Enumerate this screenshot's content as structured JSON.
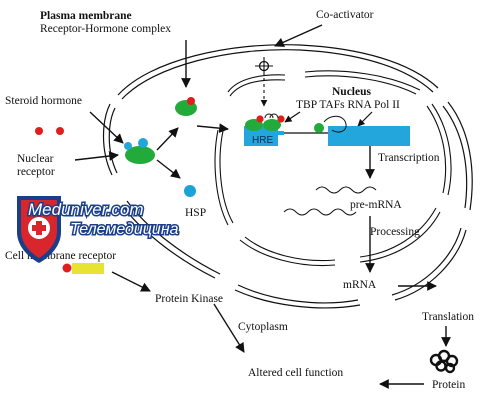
{
  "labels": {
    "plasma_membrane": "Plasma membrane",
    "receptor_hormone_complex": "Receptor-Hormone complex",
    "co_activator": "Co-activator",
    "nucleus": "Nucleus",
    "tbp_tafs": "TBP TAFs RNA Pol II",
    "steroid_hormone": "Steroid hormone",
    "nuclear_receptor_line1": "Nuclear",
    "nuclear_receptor_line2": "receptor",
    "hre": "HRE",
    "transcription": "Transcription",
    "hsp": "HSP",
    "pre_mrna": "pre-mRNA",
    "processing": "Processing",
    "cell_membrane_receptor": "Cell membrane receptor",
    "mrna": "mRNA",
    "protein_kinase": "Protein Kinase",
    "cytoplasm": "Cytoplasm",
    "translation": "Translation",
    "altered_cell_function": "Altered cell function",
    "protein": "Protein"
  },
  "watermark": {
    "line1": "Meduniver.com",
    "line2": "Телемедицина"
  },
  "colors": {
    "hormone_red": "#e01e1e",
    "receptor_green": "#22aa3a",
    "hsp_cyan": "#1aa3d8",
    "dna_blue": "#22a6dc",
    "membrane_receptor_yellow": "#e8e230",
    "shield_red": "#d8262c",
    "shield_blue": "#1a3f8a"
  }
}
